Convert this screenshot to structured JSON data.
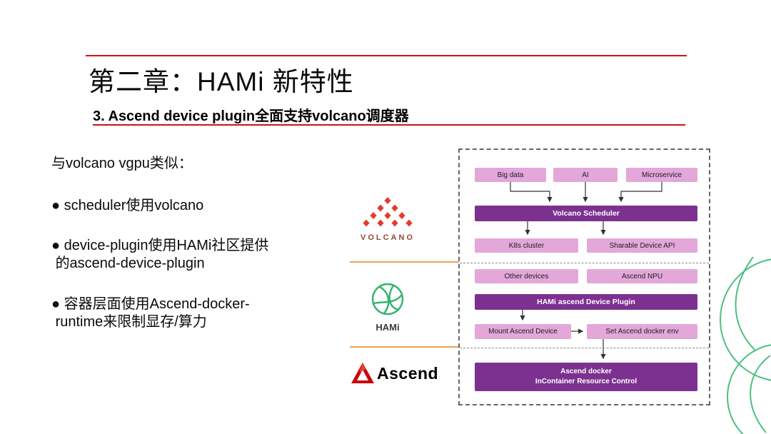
{
  "slide": {
    "title": "第二章：HAMi 新特性",
    "subtitle": "3. Ascend device plugin全面支持volcano调度器"
  },
  "left_panel": {
    "intro": "与volcano vgpu类似：",
    "bullets": [
      "● scheduler使用volcano",
      "● device-plugin使用HAMi社区提供\n 的ascend-device-plugin",
      "● 容器层面使用Ascend-docker-\n runtime来限制显存/算力"
    ]
  },
  "logos": {
    "volcano": "VOLCANO",
    "hami": "HAMi",
    "ascend": "Ascend"
  },
  "diagram": {
    "workloads": [
      "Big data",
      "AI",
      "Microservice"
    ],
    "scheduler": "Volcano Scheduler",
    "cluster_row": [
      "K8s cluster",
      "Sharable Device API"
    ],
    "device_row": [
      "Other devices",
      "Ascend NPU"
    ],
    "plugin": "HAMi ascend Device Plugin",
    "action_row": [
      "Mount Ascend Device",
      "Set Ascend docker env"
    ],
    "docker": "Ascend docker\nInContainer Resource Control"
  },
  "colors": {
    "purple_dark": "#7c3190",
    "purple_light": "#e3a7da",
    "red_line": "#d01212",
    "orange_line": "#f0a050",
    "hami_green": "#2fb46a",
    "volcano_red": "#e23b2e",
    "ascend_red": "#c7000b"
  }
}
